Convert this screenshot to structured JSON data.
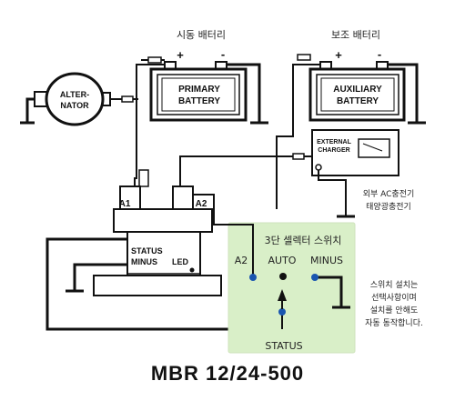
{
  "title": "MBR 12/24-500",
  "primary_battery": {
    "korean_label": "시동 배터리",
    "name_line1": "PRIMARY",
    "name_line2": "BATTERY",
    "plus": "+",
    "minus": "-"
  },
  "auxiliary_battery": {
    "korean_label": "보조 배터리",
    "name_line1": "AUXILIARY",
    "name_line2": "BATTERY",
    "plus": "+",
    "minus": "-"
  },
  "alternator": {
    "line1": "ALTER-",
    "line2": "NATOR"
  },
  "charger": {
    "line1": "EXTERNAL",
    "line2": "CHARGER",
    "note_line1": "외부 AC충전기",
    "note_line2": "태양광충전기"
  },
  "relay": {
    "terminal_a1": "A1",
    "terminal_a2": "A2",
    "status": "STATUS",
    "minus": "MINUS",
    "led": "LED"
  },
  "selector": {
    "title": "3단 셀렉터 스위치",
    "a2": "A2",
    "auto": "AUTO",
    "minus": "MINUS",
    "status": "STATUS",
    "note": [
      "스위치 설치는",
      "선택사항이며",
      "설치를 안해도",
      "자동 동작합니다."
    ]
  },
  "colors": {
    "selector_panel": "#d9efc8",
    "switch_dot": "#1a56b0"
  }
}
